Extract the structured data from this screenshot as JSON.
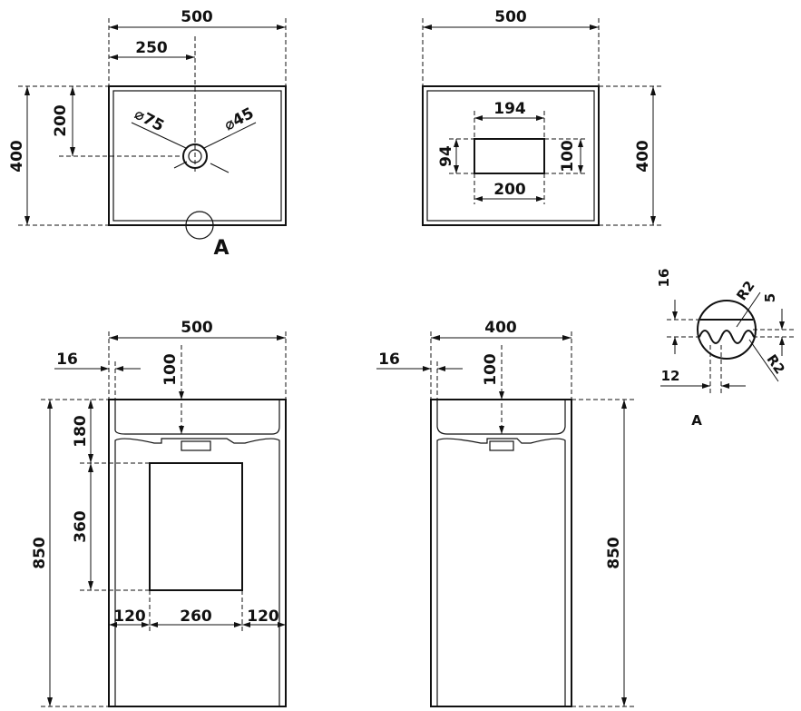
{
  "dimensions": {
    "top_view_width": "500",
    "top_view_half": "250",
    "top_view_depth": "400",
    "top_view_drain_offset": "200",
    "drain_outer_diameter": "⌀75",
    "drain_inner_diameter": "⌀45",
    "detail_marker": "A",
    "bottom_view_width": "500",
    "bottom_view_depth": "400",
    "bottom_opening_top": "194",
    "bottom_opening_bottom": "200",
    "bottom_opening_left_height": "94",
    "bottom_opening_right_height": "100",
    "front_width": "500",
    "front_wall": "16",
    "front_basin_depth": "100",
    "front_top_offset": "180",
    "front_panel_height": "360",
    "front_total_height": "850",
    "front_side_left": "120",
    "front_panel_width": "260",
    "front_side_right": "120",
    "side_width": "400",
    "side_wall": "16",
    "side_basin_depth": "100",
    "side_total_height": "850",
    "detail_height": "16",
    "detail_radius_top": "R2",
    "detail_groove": "5",
    "detail_radius_bottom": "R2",
    "detail_pitch": "12",
    "detail_label": "A"
  }
}
